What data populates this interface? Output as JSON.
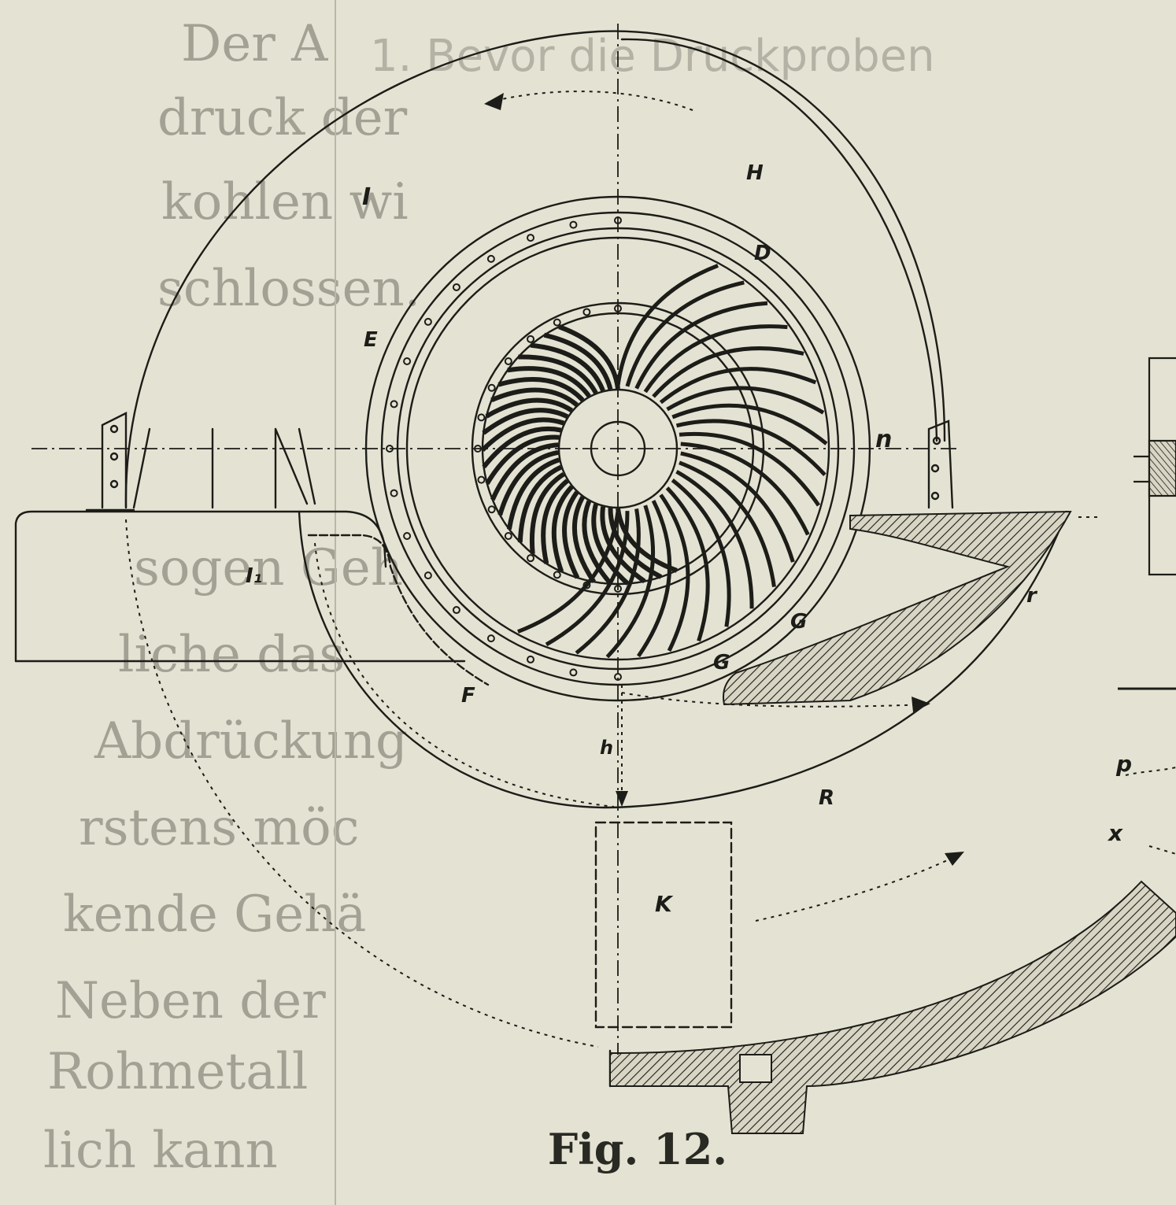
{
  "figure": {
    "caption": "Fig. 12.",
    "labels": {
      "I": "I",
      "H": "H",
      "D": "D",
      "E": "E",
      "n": "n",
      "I1": "I₁",
      "r": "r",
      "G_outer": "G",
      "G_inner": "G",
      "F": "F",
      "h": "h",
      "R": "R",
      "K": "K",
      "p": "p",
      "x": "x"
    }
  },
  "bleed_through_left": [
    "Der A",
    "druck der",
    "kohlen wi",
    "schlossen.",
    "",
    "",
    "",
    "sogen Geh",
    "liche das",
    "Abdrückung",
    "rstens möc",
    "kende Gehä",
    "Neben der",
    "Rohmetall",
    "lich kann"
  ],
  "bleed_through_top": "1. Bevor die Druckproben",
  "colors": {
    "paper": "#e4e2d2",
    "ink": "#1c1c18"
  }
}
